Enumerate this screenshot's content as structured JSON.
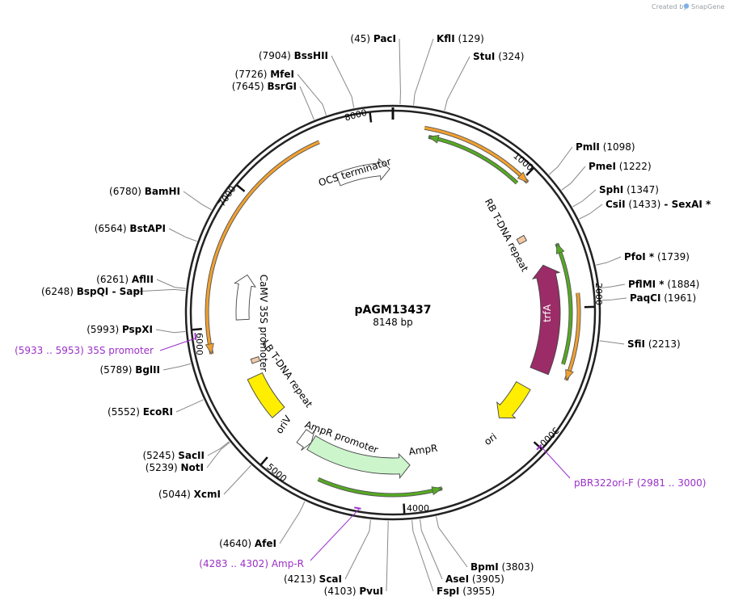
{
  "credit": {
    "prefix": "Created by",
    "brand": "SnapGene"
  },
  "plasmid": {
    "name": "pAGM13437",
    "size_label": "8148 bp",
    "length": 8148
  },
  "ticks": [
    "1000",
    "2000",
    "3000",
    "4000",
    "5000",
    "6000",
    "7000",
    "8000"
  ],
  "sites": [
    {
      "name": "PacI",
      "pos": "(45)"
    },
    {
      "name": "KflI",
      "pos": "(129)"
    },
    {
      "name": "StuI",
      "pos": "(324)"
    },
    {
      "name": "PmlI",
      "pos": "(1098)"
    },
    {
      "name": "PmeI",
      "pos": "(1222)"
    },
    {
      "name": "SphI",
      "pos": "(1347)"
    },
    {
      "name": "CsiI",
      "pos": "(1433)",
      "extra": "-  SexAI *"
    },
    {
      "name": "PfoI *",
      "pos": "(1739)"
    },
    {
      "name": "PflMI *",
      "pos": "(1884)"
    },
    {
      "name": "PaqCI",
      "pos": "(1961)"
    },
    {
      "name": "SfiI",
      "pos": "(2213)"
    },
    {
      "name": "BpmI",
      "pos": "(3803)"
    },
    {
      "name": "AseI",
      "pos": "(3905)"
    },
    {
      "name": "FspI",
      "pos": "(3955)"
    },
    {
      "name": "PvuI",
      "pos": "(4103)"
    },
    {
      "name": "ScaI",
      "pos": "(4213)"
    },
    {
      "name": "AfeI",
      "pos": "(4640)"
    },
    {
      "name": "XcmI",
      "pos": "(5044)"
    },
    {
      "name": "NotI",
      "pos": "(5239)"
    },
    {
      "name": "SacII",
      "pos": "(5245)"
    },
    {
      "name": "EcoRI",
      "pos": "(5552)"
    },
    {
      "name": "BglII",
      "pos": "(5789)"
    },
    {
      "name": "PspXI",
      "pos": "(5993)"
    },
    {
      "name": "BspQI",
      "pos": "(6248)",
      "extra": "-  SapI"
    },
    {
      "name": "AflII",
      "pos": "(6261)"
    },
    {
      "name": "BstAPI",
      "pos": "(6564)"
    },
    {
      "name": "BamHI",
      "pos": "(6780)"
    },
    {
      "name": "BsrGI",
      "pos": "(7645)"
    },
    {
      "name": "MfeI",
      "pos": "(7726)"
    },
    {
      "name": "BssHII",
      "pos": "(7904)"
    }
  ],
  "primers": [
    {
      "name": "pBR322ori-F",
      "range": "(2981 .. 3000)"
    },
    {
      "name": "Amp-R",
      "range": "(4283 .. 4302)"
    },
    {
      "name": "35S promoter",
      "range": "(5933 .. 5953)"
    }
  ],
  "features": [
    {
      "name": "OCS terminator",
      "color": "#ffffff"
    },
    {
      "name": "RB T-DNA repeat",
      "color": "#f2c9a6"
    },
    {
      "name": "trfA",
      "color": "#9b2c68"
    },
    {
      "name": "ori",
      "color": "#ffee00"
    },
    {
      "name": "AmpR",
      "color": "#ccf5cc"
    },
    {
      "name": "AmpR promoter",
      "color": "#ffffff"
    },
    {
      "name": "oriV",
      "color": "#ffee00"
    },
    {
      "name": "LB T-DNA repeat",
      "color": "#f2c9a6"
    },
    {
      "name": "CaMV 35S promoter",
      "color": "#ffffff"
    }
  ],
  "colors": {
    "orf_orange": "#f0a030",
    "orf_green": "#55aa22",
    "primer": "#9b30c8",
    "backbone": "#222222"
  }
}
